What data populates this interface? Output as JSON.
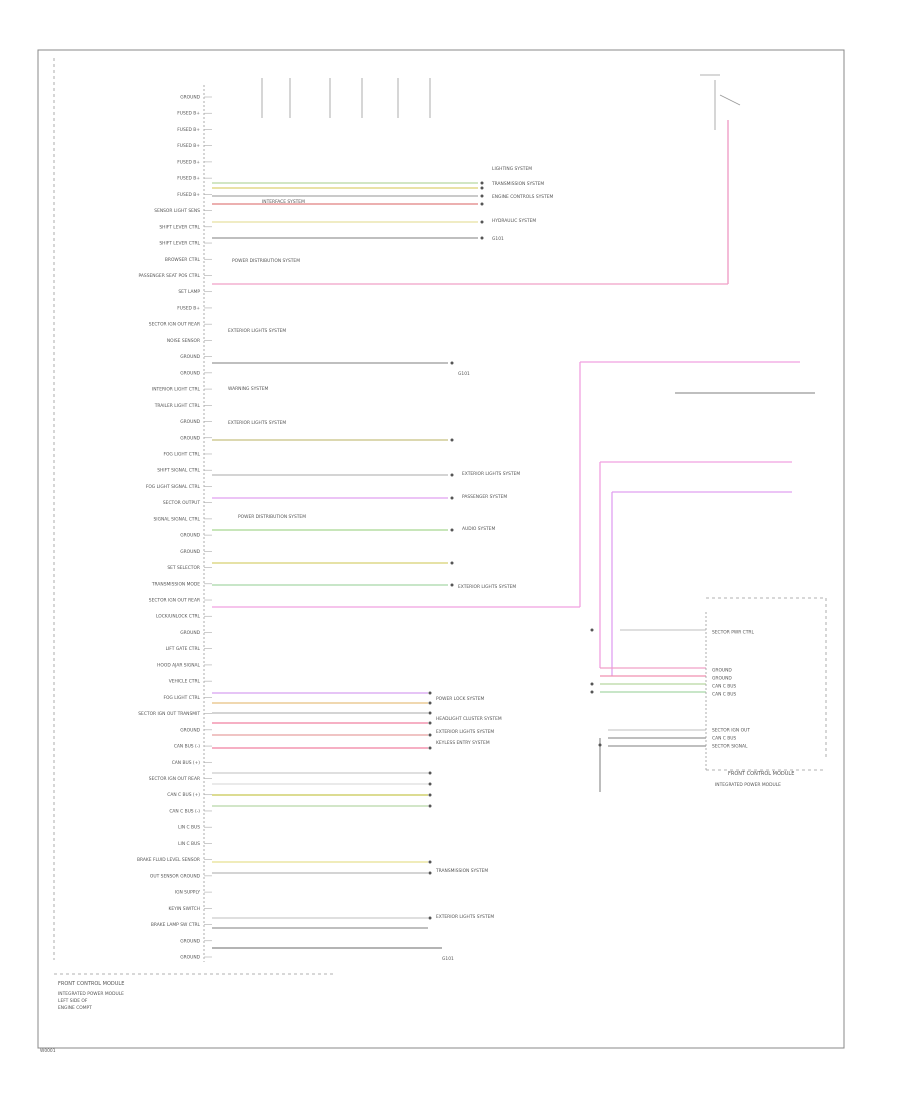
{
  "diagram": {
    "left_labels": [
      "GROUND",
      "FUSED B+",
      "FUSED B+",
      "FUSED B+",
      "FUSED B+",
      "FUSED B+",
      "FUSED B+",
      "SENSOR LIGHT SENS",
      "SHIFT LEVER CTRL",
      "SHIFT LEVER CTRL",
      "BROWSER CTRL",
      "PASSENGER SEAT POS CTRL",
      "SET LAMP",
      "FUSED B+",
      "SECTOR IGN OUT REAR",
      "NOISE SENSOR",
      "GROUND",
      "GROUND",
      "INTERIOR LIGHT CTRL",
      "TRAILER LIGHT CTRL",
      "GROUND",
      "GROUND",
      "FOG LIGHT CTRL",
      "SHIFT SIGNAL CTRL",
      "FOG LIGHT SIGNAL CTRL",
      "SECTOR OUTPUT",
      "SIGNAL SIGNAL CTRL",
      "GROUND",
      "GROUND",
      "SET SELECTOR",
      "TRANSMISSION MODE",
      "SECTOR IGN OUT REAR",
      "LOCK/UNLOCK CTRL",
      "GROUND",
      "LIFT GATE CTRL",
      "HOOD AJAR SIGNAL",
      "VEHICLE CTRL",
      "FOG LIGHT CTRL",
      "SECTOR IGN OUT TRANSMIT",
      "GROUND",
      "CAN BUS (-)",
      "CAN BUS (+)",
      "SECTOR IGN OUT REAR",
      "CAN C BUS (+)",
      "CAN C BUS (-)",
      "LIN C BUS",
      "LIN C BUS",
      "BRAKE FLUID LEVEL SENSOR",
      "OUT SENSOR GROUND",
      "IGN SUPPLY",
      "KEYIN SWITCH",
      "BRAKE LAMP SW CTRL",
      "GROUND",
      "GROUND"
    ],
    "right_labels": [
      "LIGHTING SYSTEM",
      "TRANSMISSION SYSTEM",
      "ENGINE CONTROLS SYSTEM",
      "HYDRAULIC SYSTEM",
      "G101",
      "EXTERIOR LIGHTS SYSTEM",
      "PASSENGER SYSTEM",
      "AUDIO SYSTEM",
      "G101",
      "EXTERIOR LIGHTS SYSTEM",
      "POWER LOCK SYSTEM",
      "HEADLIGHT CLUSTER SYSTEM",
      "EXTERIOR LIGHTS SYSTEM",
      "KEYLESS ENTRY SYSTEM",
      "TRANSMISSION SYSTEM",
      "EXTERIOR LIGHTS SYSTEM",
      "G101"
    ],
    "block_labels": [
      "INTERFACE SYSTEM",
      "POWER DISTRIBUTION SYSTEM",
      "EXTERIOR LIGHTS SYSTEM",
      "WARNING SYSTEM",
      "EXTERIOR LIGHTS SYSTEM",
      "POWER DISTRIBUTION SYSTEM"
    ],
    "front_module_labels": [
      "SECTOR PWR CTRL",
      "GROUND",
      "GROUND",
      "CAN C BUS",
      "CAN C BUS",
      "SECTOR IGN OUT",
      "CAN C BUS",
      "SECTOR SIGNAL"
    ],
    "front_module_title": "FRONT CONTROL MODULE",
    "front_module_note": "INTEGRATED POWER MODULE",
    "main_module_title": "FRONT CONTROL MODULE",
    "main_module_notes": [
      "INTEGRATED POWER MODULE",
      "LEFT SIDE OF",
      "ENGINE COMPT"
    ],
    "footer_code": "W0001"
  }
}
